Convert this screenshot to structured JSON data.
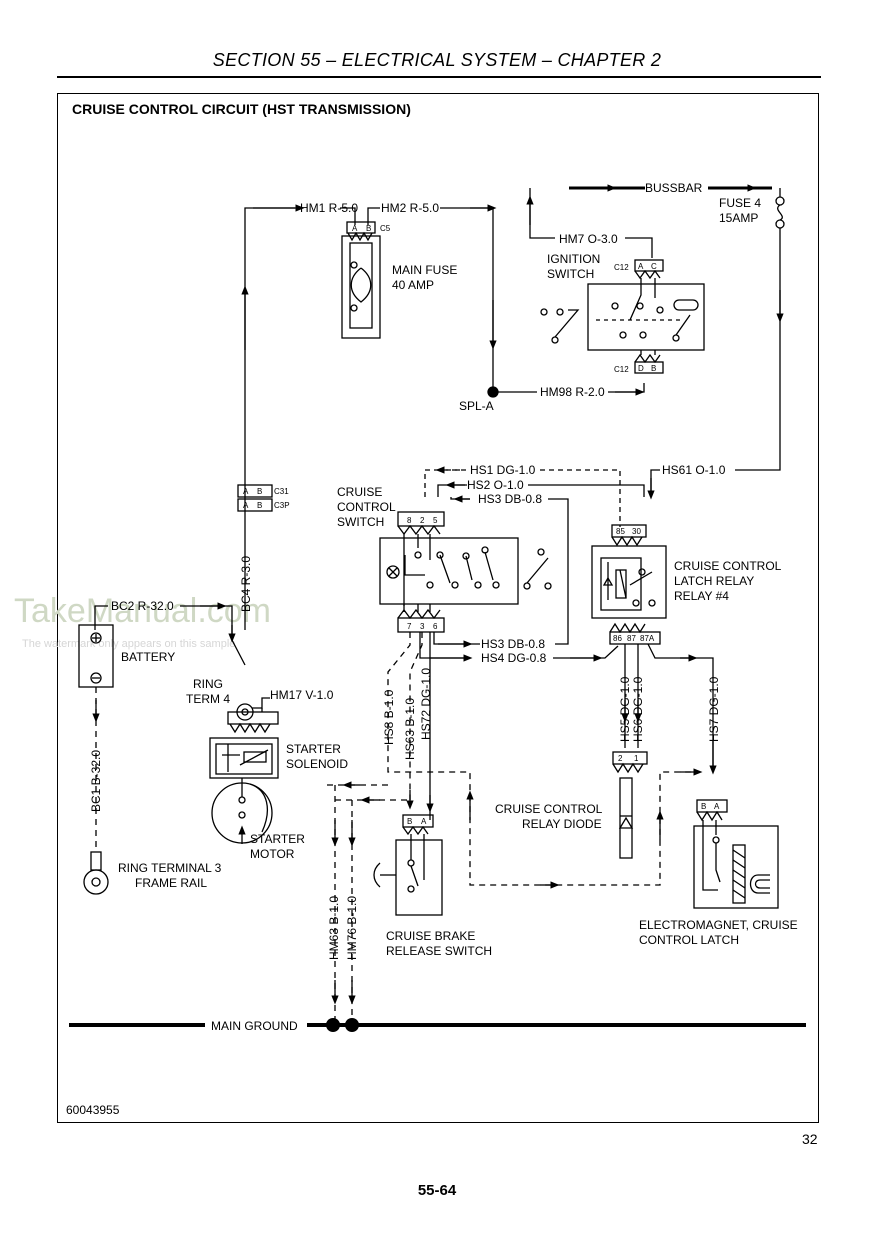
{
  "header": {
    "section": "SECTION 55 – ELECTRICAL SYSTEM – CHAPTER 2"
  },
  "title": "CRUISE CONTROL CIRCUIT (HST TRANSMISSION)",
  "figure_id": "60043955",
  "figure_number": "32",
  "page_number": "55-64",
  "watermark": {
    "main": "TakeManual.com",
    "sub": "The watermark only appears on this sample"
  },
  "components": {
    "main_fuse": [
      "MAIN FUSE",
      "40 AMP"
    ],
    "ignition_switch": [
      "IGNITION",
      "SWITCH"
    ],
    "fuse4": [
      "FUSE 4",
      "15AMP"
    ],
    "bussbar": "BUSSBAR",
    "spl_a": "SPL-A",
    "cruise_switch": [
      "CRUISE",
      "CONTROL",
      "SWITCH"
    ],
    "latch_relay": [
      "CRUISE CONTROL",
      "LATCH RELAY",
      "RELAY #4"
    ],
    "battery": "BATTERY",
    "ring_term4": [
      "RING",
      "TERM 4"
    ],
    "starter_solenoid": [
      "STARTER",
      "SOLENOID"
    ],
    "starter_motor": [
      "STARTER",
      "MOTOR"
    ],
    "ring_term3": [
      "RING TERMINAL 3",
      "FRAME RAIL"
    ],
    "relay_diode": [
      "CRUISE CONTROL",
      "RELAY DIODE"
    ],
    "brake_switch": [
      "CRUISE BRAKE",
      "RELEASE SWITCH"
    ],
    "electromagnet": [
      "ELECTROMAGNET, CRUISE",
      "CONTROL LATCH"
    ],
    "main_ground": "MAIN GROUND"
  },
  "wires": {
    "hm1": "HM1 R-5.0",
    "hm2": "HM2 R-5.0",
    "hm7": "HM7 O-3.0",
    "hm98": "HM98 R-2.0",
    "hs1": "HS1 DG-1.0",
    "hs2": "HS2 O-1.0",
    "hs3": "HS3 DB-0.8",
    "hs61": "HS61 O-1.0",
    "hs3b": "HS3 DB-0.8",
    "hs4": "HS4 DG-0.8",
    "bc2": "BC2 R-32.0",
    "bc4": "BC4 R-3.0",
    "bc1": "BC1 B-32.0",
    "hm17": "HM17 V-1.0",
    "hs8": "HS8 B-1.0",
    "hs63": "HS63 B-1.0",
    "hs72": "HS72 DG-1.0",
    "hs5": "HS5 DG-1.0",
    "hs6": "HS6 DG-1.0",
    "hs7": "HS7 DG-1.0",
    "hm63": "HM63 B-1.0",
    "hm76": "HM76 B-1.0"
  },
  "connectors": {
    "c5": "C5",
    "c12": "C12",
    "c12b": "C12",
    "c31": "C31",
    "c3p": "C3P",
    "a": "A",
    "b": "B",
    "c": "C",
    "d": "D",
    "sw_top": [
      "8",
      "2",
      "5"
    ],
    "sw_bot": [
      "7",
      "3",
      "6"
    ],
    "relay_top": [
      "85",
      "30"
    ],
    "relay_bot": [
      "86",
      "87",
      "87A"
    ],
    "diode_pins": [
      "2",
      "1"
    ]
  },
  "colors": {
    "ink": "#000000",
    "paper": "#ffffff",
    "watermark": "#cfd8c4"
  }
}
